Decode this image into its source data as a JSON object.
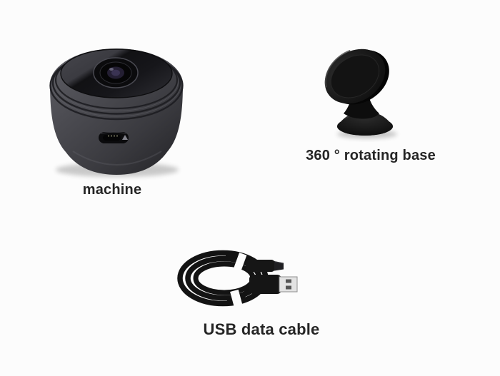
{
  "page": {
    "type": "product-photo-collage",
    "item_count": 3
  },
  "colors": {
    "background": "#fcfcfc",
    "label_text": "#252525",
    "product_black": "#121214",
    "camera_body_gray": "#4b4b51",
    "usb_metal_silver": "#e3e3e3",
    "lens_iris_tint": "#3a2f4e"
  },
  "products": [
    {
      "id": "camera",
      "label": "machine"
    },
    {
      "id": "rotating-base",
      "label": "360 ° rotating base"
    },
    {
      "id": "usb-cable",
      "label": "USB data cable"
    }
  ]
}
